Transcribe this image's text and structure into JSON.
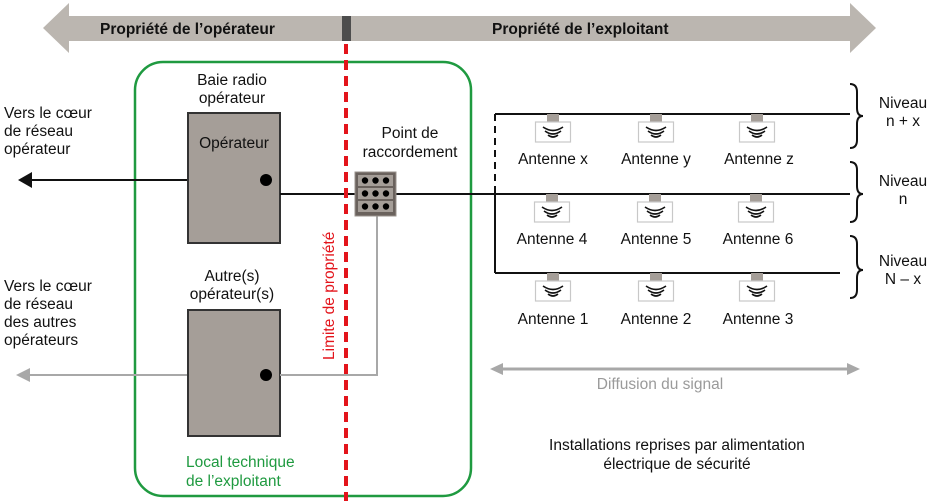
{
  "header": {
    "left_label": "Propriété de l’opérateur",
    "right_label": "Propriété de l’exploitant"
  },
  "local": {
    "label_line1": "Local technique",
    "label_line2": "de l’exploitant"
  },
  "rack_operator": {
    "title_line1": "Baie radio",
    "title_line2": "opérateur",
    "inner_label": "Opérateur"
  },
  "rack_others": {
    "title_line1": "Autre(s)",
    "title_line2": "opérateur(s)"
  },
  "left_labels": {
    "operator_core": [
      "Vers le cœur",
      "de réseau",
      "opérateur"
    ],
    "others_core": [
      "Vers le cœur",
      "de réseau",
      "des autres",
      "opérateurs"
    ]
  },
  "connection_point": {
    "label_line1": "Point de",
    "label_line2": "raccordement"
  },
  "property_limit": "Limite de propriété",
  "antennas": {
    "row_top": [
      "Antenne x",
      "Antenne y",
      "Antenne z"
    ],
    "row_mid": [
      "Antenne 4",
      "Antenne 5",
      "Antenne 6"
    ],
    "row_bottom": [
      "Antenne 1",
      "Antenne 2",
      "Antenne 3"
    ]
  },
  "levels": [
    {
      "line1": "Niveau",
      "line2": "n + x"
    },
    {
      "line1": "Niveau",
      "line2": "n"
    },
    {
      "line1": "Niveau",
      "line2": "N – x"
    }
  ],
  "signal_diffusion": "Diffusion du signal",
  "footer_note": {
    "line1": "Installations reprises par alimentation",
    "line2": "électrique de sécurité"
  },
  "colors": {
    "header_bar": "#bbb6b0",
    "boundary_marker": "#4d4d4d",
    "local_border": "#1f9a40",
    "property_limit": "#e3141b",
    "rack_fill": "#a59e98",
    "grey_line": "#a8a8a8"
  }
}
